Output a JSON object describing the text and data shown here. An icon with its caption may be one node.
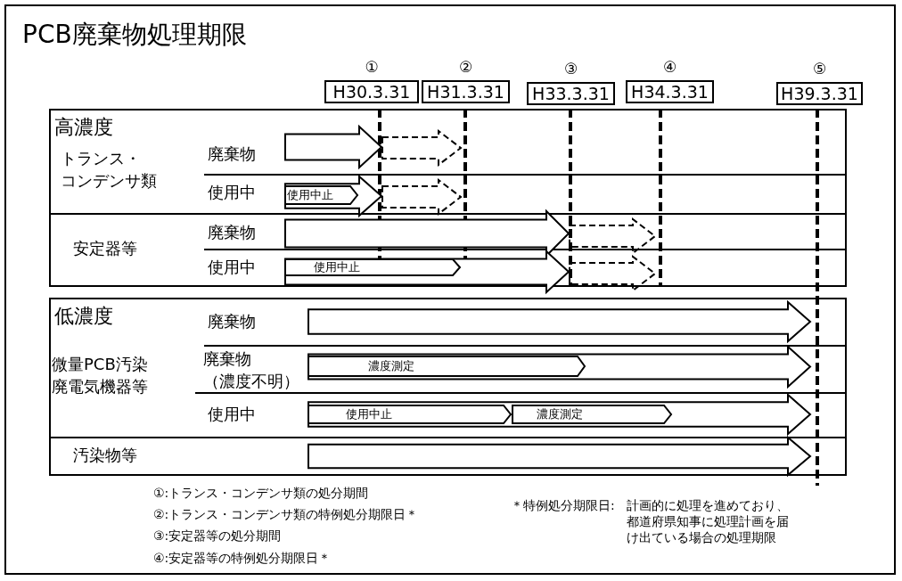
{
  "diagram": {
    "title": "PCB廃棄物処理期限",
    "nodes": [
      {
        "text": [
          "H30.3.31"
        ],
        "beside": [
          "①"
        ]
      },
      {
        "text": [
          "H31.3.31"
        ],
        "beside": [
          "②"
        ]
      },
      {
        "text": [
          "H33.3.31"
        ],
        "beside": [
          "③"
        ]
      },
      {
        "text": [
          "H34.3.31"
        ],
        "beside": [
          "④"
        ]
      },
      {
        "text": [
          "H39.3.31"
        ],
        "beside": [
          "⑤"
        ]
      },
      {
        "text": [
          "高濃度"
        ]
      },
      {
        "text": [],
        "shape": "arrow",
        "in": 5
      },
      {
        "text": [],
        "shape": "arrow",
        "in": 5
      },
      {
        "text": [],
        "shape": "arrow",
        "in": 5
      },
      {
        "text": [
          "使用中止"
        ],
        "in": 8
      },
      {
        "text": [],
        "shape": "arrow",
        "in": 5
      },
      {
        "text": [],
        "shape": "arrow",
        "in": 5
      },
      {
        "text": [],
        "shape": "arrow",
        "in": 5
      },
      {
        "text": [],
        "shape": "arrow",
        "in": 5
      },
      {
        "text": [
          "使用中止"
        ],
        "in": 13
      },
      {
        "text": [],
        "shape": "arrow",
        "in": 5
      },
      {
        "text": [
          "低濃度"
        ]
      },
      {
        "text": [],
        "shape": "arrow",
        "in": 16
      },
      {
        "text": [],
        "shape": "arrow",
        "in": 16
      },
      {
        "text": [
          "濃度測定"
        ],
        "in": 18
      },
      {
        "text": [],
        "shape": "arrow",
        "in": 16
      },
      {
        "text": [
          "使用中止"
        ],
        "in": 20
      },
      {
        "text": [
          "濃度測定"
        ],
        "in": 20
      },
      {
        "text": [],
        "shape": "arrow",
        "in": 16
      }
    ],
    "labels": [
      "トランス・コンデンサ類",
      "廃棄物",
      "使用中",
      "安定器等",
      "廃棄物",
      "使用中",
      "廃棄物",
      "微量PCB汚染廃電気機器等",
      "廃棄物（濃度不明）",
      "使用中",
      "汚染物等",
      "①:トランス・コンデンサ類の処分期間",
      "②:トランス・コンデンサ類の特例処分期限日＊",
      "③:安定器等の処分期間",
      "④:安定器等の特例処分期限日＊",
      "＊特例処分期限日:",
      "計画的に処理を進めており、都道府県知事に処理計画を届け出ている場合の処理期限"
    ]
  }
}
